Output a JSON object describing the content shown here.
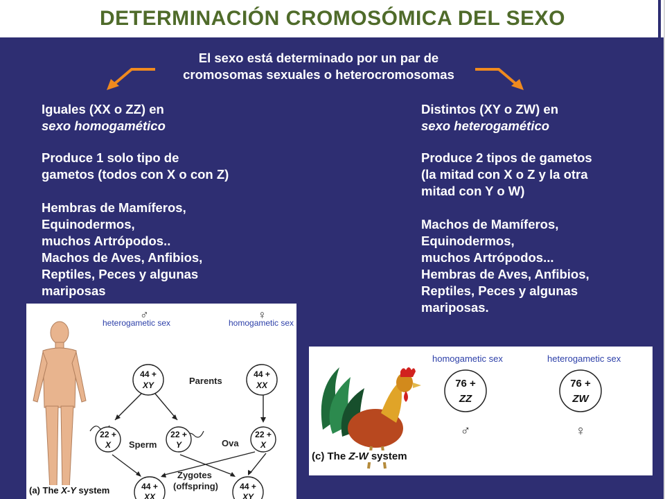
{
  "header": {
    "title": "DETERMINACIÓN CROMOSÓMICA DEL SEXO"
  },
  "intro": {
    "line1": "El sexo está determinado por un par de",
    "line2": "cromosomas sexuales o heterocromosomas"
  },
  "left": {
    "p1_line1": "Iguales (XX o ZZ) en",
    "p1_line2": "sexo homogamético",
    "p2_line1": "Produce 1 solo tipo de",
    "p2_line2": "gametos (todos con X o con Z)",
    "p3_lines": [
      "Hembras de Mamíferos,",
      "Equinodermos,",
      "muchos Artrópodos..",
      "Machos de Aves, Anfibios,",
      "Reptiles, Peces y algunas",
      "mariposas"
    ]
  },
  "right": {
    "p1_line1": "Distintos (XY o ZW)  en",
    "p1_line2": "sexo heterogamético",
    "p2_lines": [
      "Produce 2 tipos de gametos",
      "(la mitad con X o Z y la otra",
      "mitad con Y o W)"
    ],
    "p3_lines": [
      "Machos de Mamíferos,",
      "Equinodermos,",
      "muchos Artrópodos...",
      "Hembras de Aves, Anfibios,",
      "Reptiles, Peces y algunas",
      "mariposas."
    ]
  },
  "xy_system": {
    "male_symbol": "♂",
    "female_symbol": "♀",
    "heterogametic_label": "heterogametic sex",
    "homogametic_label": "homogametic sex",
    "parents_label": "Parents",
    "sperm_label": "Sperm",
    "ova_label": "Ova",
    "zygotes_label": "Zygotes",
    "offspring_label": "(offspring)",
    "parent_male_top": "44 +",
    "parent_male_bottom": "XY",
    "parent_female_top": "44 +",
    "parent_female_bottom": "XX",
    "sperm_x_top": "22 +",
    "sperm_x_bottom": "X",
    "sperm_y_top": "22 +",
    "sperm_y_bottom": "Y",
    "ova_x_top": "22 +",
    "ova_x_bottom": "X",
    "zyg_f_top": "44 +",
    "zyg_f_bottom": "XX",
    "zyg_m_top": "44 +",
    "zyg_m_bottom": "XY",
    "caption_prefix": "(a) The ",
    "caption_em": "X-Y",
    "caption_suffix": " system"
  },
  "zw_system": {
    "homogametic_label": "homogametic sex",
    "heterogametic_label": "heterogametic sex",
    "zz_top": "76 +",
    "zz_bottom": "ZZ",
    "zw_top": "76 +",
    "zw_bottom": "ZW",
    "male_symbol": "♂",
    "female_symbol": "♀",
    "caption_prefix": "(c) The ",
    "caption_em": "Z-W",
    "caption_suffix": " system"
  },
  "colors": {
    "background": "#2e2e72",
    "title": "#4f6b2a",
    "arrow": "#f08a1e",
    "diagram_label": "#2c3fa8"
  }
}
